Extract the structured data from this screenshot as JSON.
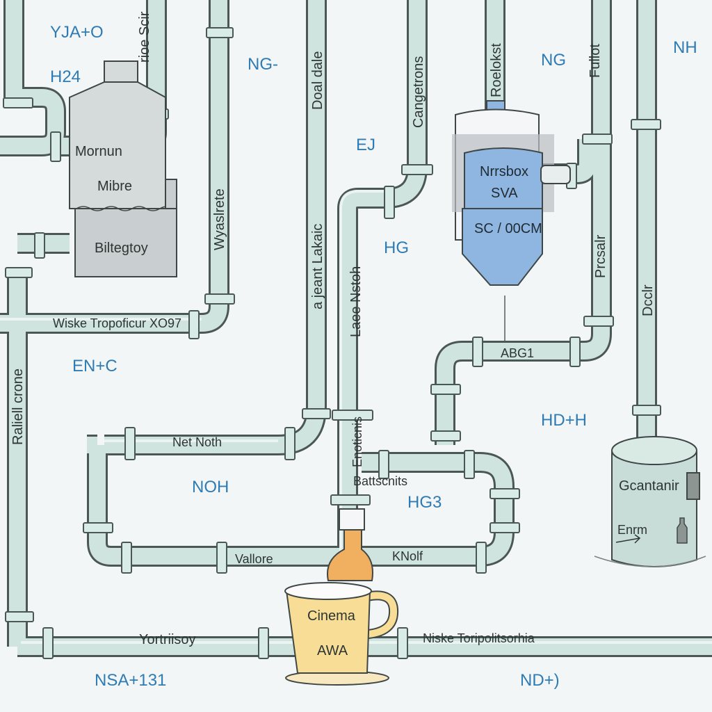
{
  "labels": {
    "yja_o": "YJA+O",
    "h24": "H24",
    "rioe_scir": "rioe Scir",
    "ng_top": "NG-",
    "doal_dale": "Doal dale",
    "cangetrons": "Cangetrons",
    "roelokst": "Roelokst",
    "ng_right": "NG",
    "fullot": "Fullot",
    "nh": "NH",
    "mornun": "Mornun",
    "mibre": "Mibre",
    "biltegtoy": "Biltegtoy",
    "ej": "EJ",
    "nrrsbox": "Nrrsbox",
    "sva": "SVA",
    "sc_00cm": "SC / 00CM",
    "wyaslrete": "Wyaslrete",
    "a_jeant_lakaic": "a jeant Lakaic",
    "hg": "HG",
    "prcsalr": "Prcsalr",
    "dcclr": "Dcclr",
    "wiske_tropoficur": "Wiske Tropoficur XO97",
    "laee_nstoh": "Laee Nstoh",
    "abg1": "ABG1",
    "en_c": "EN+C",
    "raliell_crone": "Raliell crone",
    "hd_h": "HD+H",
    "net_noth": "Net Noth",
    "enoticnis": "Enoticnis",
    "battscnits": "Battscnits",
    "noh": "NOH",
    "hg3": "HG3",
    "gcantanir": "Gcantanir",
    "enrm": "Enrm",
    "vallore": "Vallore",
    "knolf": "KNolf",
    "cinema": "Cinema",
    "awa": "AWA",
    "yortriisoy": "Yortriisoy",
    "niske_torpolitsorhia": "Niske Toripolitsorhia",
    "nsa_131": "NSA+131",
    "nd": "ND+)"
  },
  "colors": {
    "pipe_fill": "#cfe3df",
    "pipe_stroke": "#4a5754",
    "blue_text": "#2f7bb3",
    "tank_blue": "#8fb6e0",
    "mug_yellow": "#f7dd95",
    "bottle_orange": "#f0b060"
  }
}
